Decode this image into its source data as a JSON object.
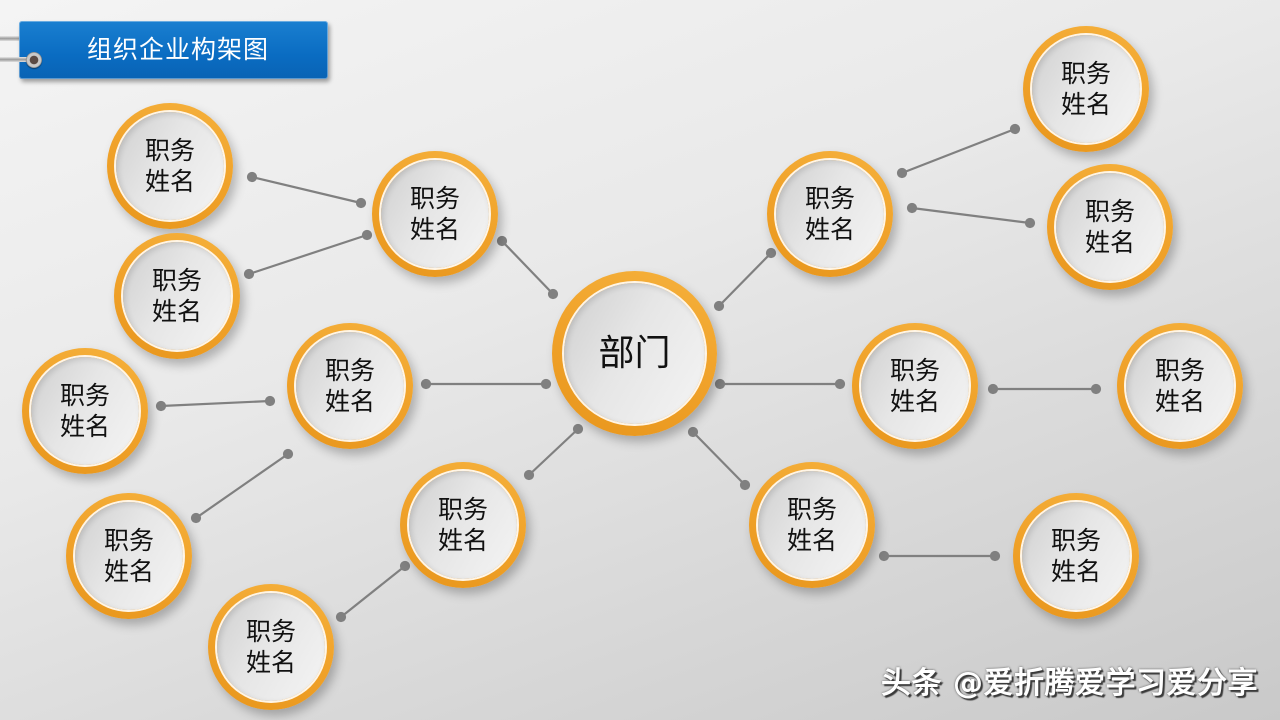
{
  "title": {
    "text": "组织企业构架图"
  },
  "colors": {
    "title_bg": "#0a6cc2",
    "ring": "#f0a22a",
    "connector": "#808080",
    "face": "#e6e6e6"
  },
  "center_node": {
    "label": "部门"
  },
  "nodes": [
    {
      "id": "l1-top-left",
      "line1": "职务",
      "line2": "姓名"
    },
    {
      "id": "l1-mid-left",
      "line1": "职务",
      "line2": "姓名"
    },
    {
      "id": "l1-bottom-left",
      "line1": "职务",
      "line2": "姓名"
    },
    {
      "id": "l1-top-right",
      "line1": "职务",
      "line2": "姓名"
    },
    {
      "id": "l1-mid-right",
      "line1": "职务",
      "line2": "姓名"
    },
    {
      "id": "l1-bottom-right",
      "line1": "职务",
      "line2": "姓名"
    },
    {
      "id": "l2-a",
      "line1": "职务",
      "line2": "姓名"
    },
    {
      "id": "l2-b",
      "line1": "职务",
      "line2": "姓名"
    },
    {
      "id": "l2-c",
      "line1": "职务",
      "line2": "姓名"
    },
    {
      "id": "l2-d",
      "line1": "职务",
      "line2": "姓名"
    },
    {
      "id": "l2-e",
      "line1": "职务",
      "line2": "姓名"
    },
    {
      "id": "l2-f",
      "line1": "职务",
      "line2": "姓名"
    },
    {
      "id": "l2-g",
      "line1": "职务",
      "line2": "姓名"
    },
    {
      "id": "l2-h",
      "line1": "职务",
      "line2": "姓名"
    },
    {
      "id": "l2-i",
      "line1": "职务",
      "line2": "姓名"
    }
  ],
  "hierarchy": {
    "部门": {
      "l1-top-left": [
        "l2-a",
        "l2-b"
      ],
      "l1-mid-left": [
        "l2-c",
        "l2-d"
      ],
      "l1-bottom-left": [
        "l2-e"
      ],
      "l1-top-right": [
        "l2-f",
        "l2-g"
      ],
      "l1-mid-right": [
        "l2-h"
      ],
      "l1-bottom-right": [
        "l2-i"
      ]
    }
  },
  "watermark": {
    "text": "头条 @爱折腾爱学习爱分享"
  }
}
